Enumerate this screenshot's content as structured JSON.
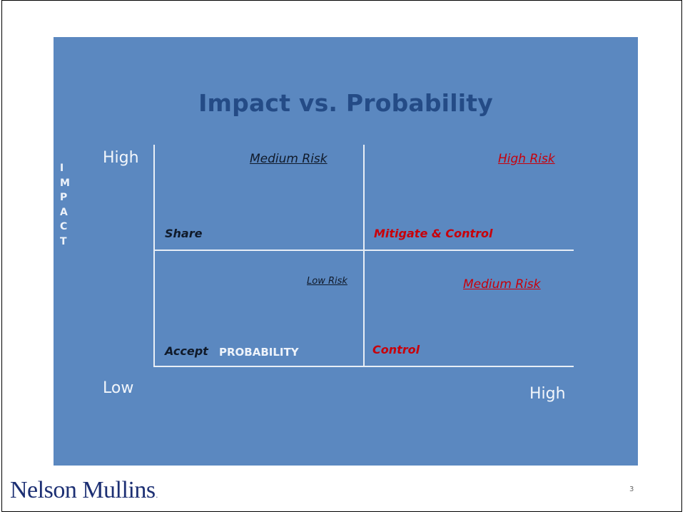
{
  "slide": {
    "title": "Impact vs. Probability",
    "page_number": "3",
    "panel_color": "#5b88c0",
    "title_color": "#244b86"
  },
  "axes": {
    "y_high": "High",
    "y_low": "Low",
    "y_label_letters": [
      "I",
      "M",
      "P",
      "A",
      "C",
      "T"
    ],
    "x_label": "PROBABILITY",
    "x_high": "High"
  },
  "quadrants": {
    "top_left": {
      "risk": "Medium Risk",
      "strategy": "Share",
      "color": "#101a2a"
    },
    "top_right": {
      "risk": "High Risk",
      "strategy": "Mitigate & Control",
      "color": "#c8000a"
    },
    "bottom_left": {
      "risk": "Low Risk",
      "strategy": "Accept",
      "color": "#101a2a"
    },
    "bottom_right": {
      "risk": "Medium Risk",
      "strategy": "Control",
      "color": "#c8000a"
    }
  },
  "footer": {
    "logo_text": "Nelson Mullins",
    "logo_mark": ".",
    "logo_color": "#1c2f73"
  }
}
